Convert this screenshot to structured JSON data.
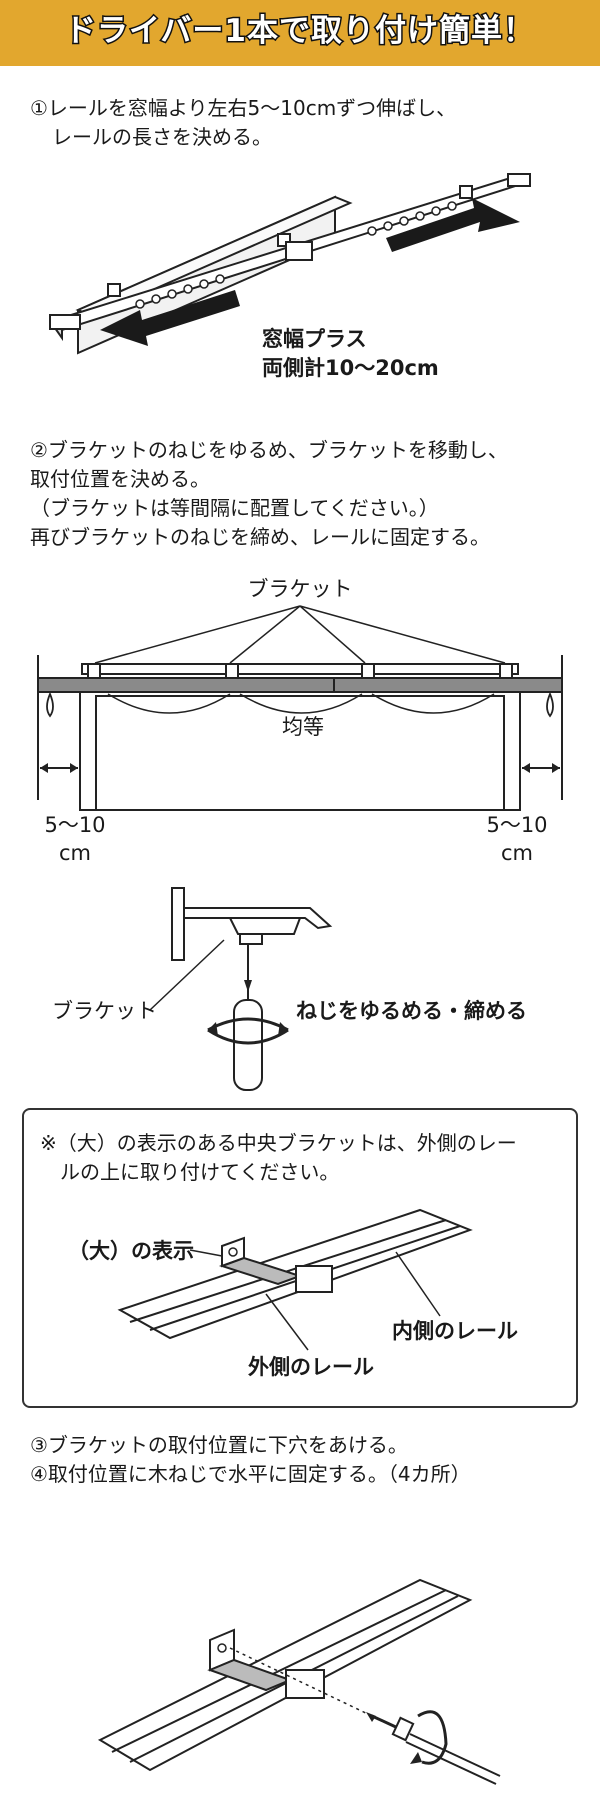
{
  "banner": {
    "title": "ドライバー1本で取り付け簡単！",
    "color": "#e2a72e"
  },
  "step1": {
    "text_line1": "①レールを窓幅より左右5～10cmずつ伸ばし、",
    "text_line2": "レールの長さを決める。",
    "callout_line1": "窓幅プラス",
    "callout_line2": "両側計10～20cm"
  },
  "step2": {
    "text_line1": "②ブラケットのねじをゆるめ、ブラケットを移動し、",
    "text_line2": "取付位置を決める。",
    "text_line3": "（ブラケットは等間隔に配置してください。）",
    "text_line4": "再びブラケットのねじを締め、レールに固定する。",
    "bracket_label": "ブラケット",
    "equal_label": "均等",
    "left_ext_value": "5～10",
    "left_ext_unit": "cm",
    "right_ext_value": "5～10",
    "right_ext_unit": "cm",
    "detail_bracket_label": "ブラケット",
    "screw_label": "ねじをゆるめる・締める"
  },
  "note": {
    "line1": "※（大）の表示のある中央ブラケットは、外側のレー",
    "line2": "ルの上に取り付けてください。",
    "mark_label": "（大）の表示",
    "inner_rail": "内側のレール",
    "outer_rail": "外側のレール"
  },
  "step34": {
    "line1": "③ブラケットの取付位置に下穴をあける。",
    "line2": "④取付位置に木ねじで水平に固定する。（4カ所）"
  }
}
